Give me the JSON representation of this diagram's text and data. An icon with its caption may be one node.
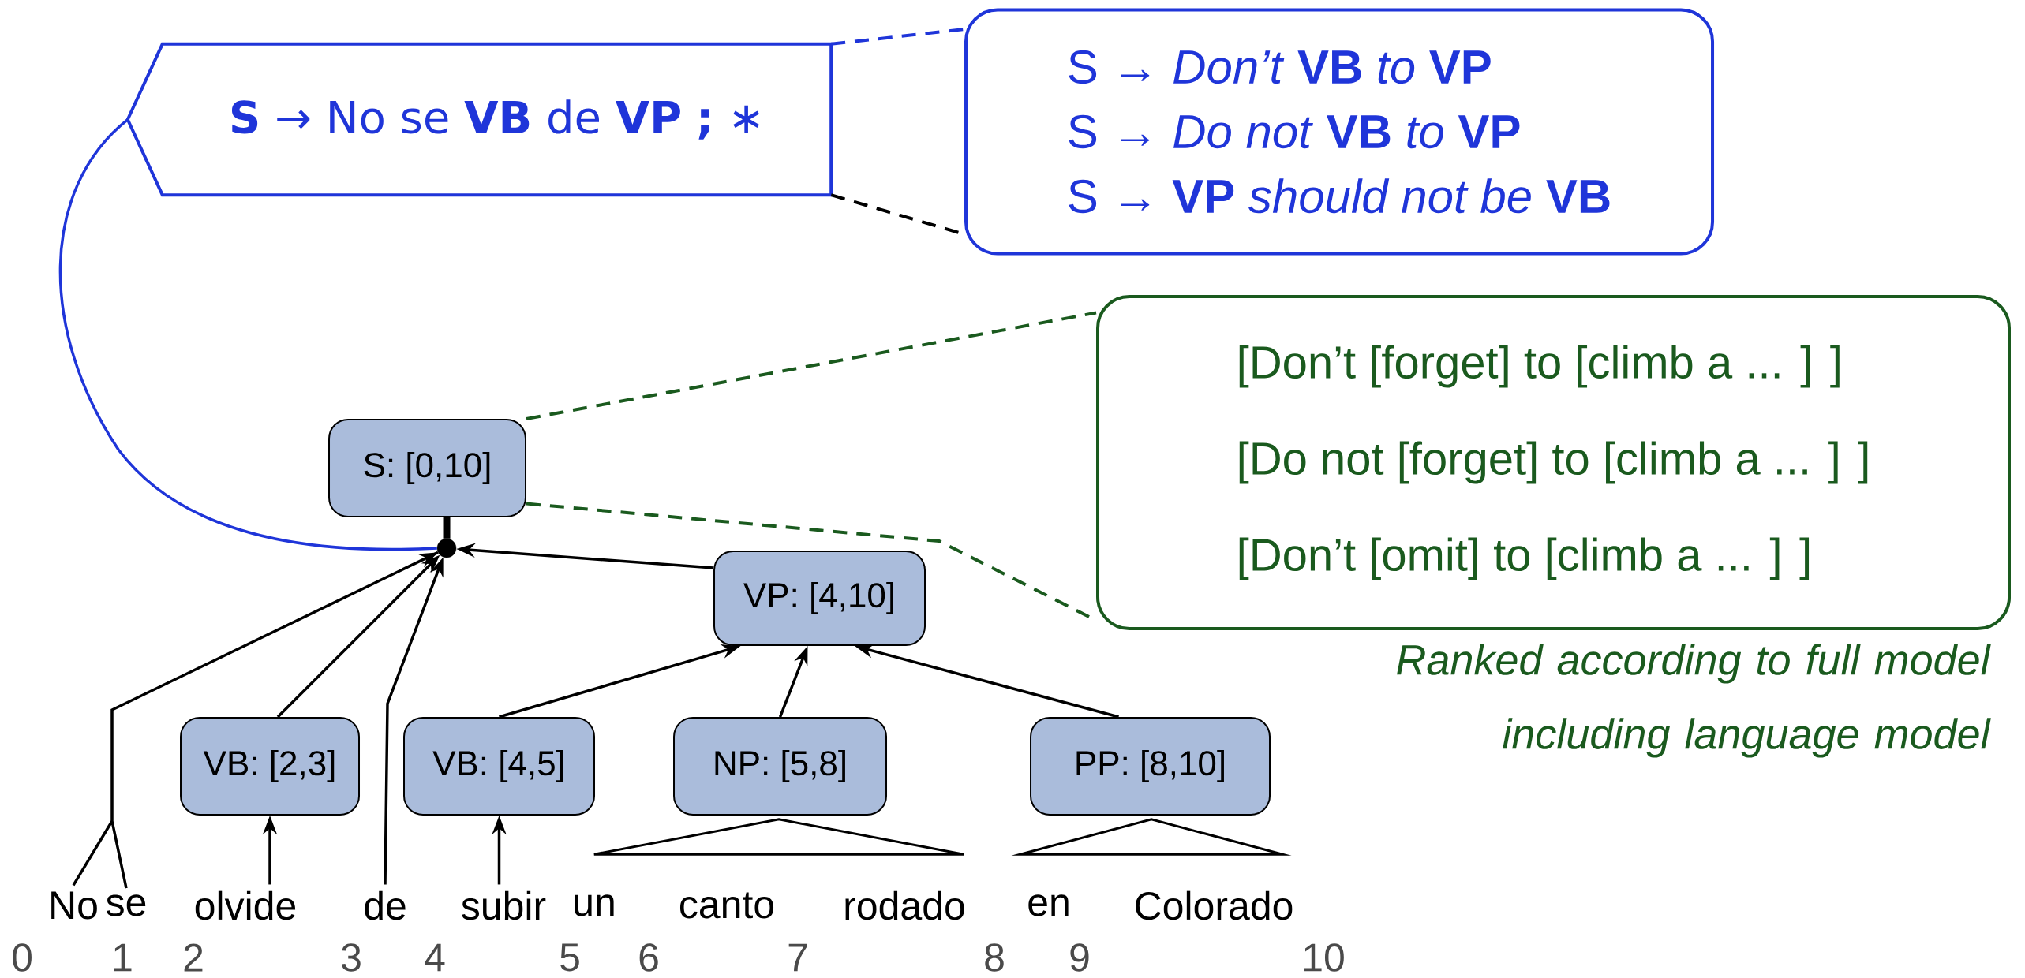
{
  "diagram": {
    "nodes": [
      {
        "text": [
          "**S** → No se **VB** de **VP** **;** ∗"
        ]
      },
      {
        "text": [
          "S → *Don’t* **VB** *to* **VP**",
          "S → *Do not* **VB** *to* **VP**",
          "S → **VP** *should not be* **VB**"
        ]
      },
      {
        "text": [
          "[Don’t [forget] to [climb a ... ] ]",
          "[Do not [forget] to [climb a ... ] ]",
          "[Don’t [omit] to [climb a ... ] ]"
        ],
        "beside": [
          "Ranked according to full model including language model"
        ]
      },
      {
        "text": [
          "S: [0,10]"
        ]
      },
      {
        "text": [],
        "shape": "circle"
      },
      {
        "text": [
          "VP: [4,10]"
        ]
      },
      {
        "text": [
          "VB: [2,3]"
        ]
      },
      {
        "text": [
          "VB: [4,5]"
        ]
      },
      {
        "text": [
          "NP: [5,8]"
        ]
      },
      {
        "text": [
          "PP: [8,10]"
        ]
      },
      {
        "text": [
          "No"
        ]
      },
      {
        "text": [
          "se"
        ]
      },
      {
        "text": [
          "olvide"
        ]
      },
      {
        "text": [
          "de"
        ]
      },
      {
        "text": [
          "subir"
        ]
      },
      {
        "text": [],
        "shape": "triangle"
      },
      {
        "text": [],
        "shape": "triangle"
      }
    ],
    "edges": [
      {
        "from": 0,
        "to": 1,
        "arrow": "none",
        "style": "dashed",
        "color": "#1f35d9"
      },
      {
        "from": 0,
        "to": 1,
        "arrow": "none",
        "style": "dashed"
      },
      {
        "from": 3,
        "to": 2,
        "arrow": "none",
        "style": "dashed",
        "color": "#1a5a1e"
      },
      {
        "from": 3,
        "to": 2,
        "arrow": "none",
        "style": "dashed",
        "color": "#1a5a1e"
      },
      {
        "from": 0,
        "to": 4,
        "arrow": "none",
        "color": "#1f35d9"
      },
      {
        "from": 3,
        "to": 4,
        "arrow": "none",
        "style": "thick"
      },
      {
        "from": 5,
        "to": 4,
        "arrow": "to"
      },
      {
        "from": 10,
        "to": 4,
        "arrow": "to"
      },
      {
        "from": 11,
        "to": 4,
        "arrow": "to"
      },
      {
        "from": 6,
        "to": 4,
        "arrow": "to"
      },
      {
        "from": 13,
        "to": 4,
        "arrow": "to"
      },
      {
        "from": 7,
        "to": 5,
        "arrow": "to"
      },
      {
        "from": 8,
        "to": 5,
        "arrow": "to"
      },
      {
        "from": 9,
        "to": 5,
        "arrow": "to"
      },
      {
        "from": 12,
        "to": 6,
        "arrow": "to"
      },
      {
        "from": 14,
        "to": 7,
        "arrow": "to"
      }
    ],
    "labels": [
      "un",
      "canto",
      "rodado",
      "en",
      "Colorado",
      "0",
      "1",
      "2",
      "3",
      "4",
      "5",
      "6",
      "7",
      "8",
      "9",
      "10"
    ]
  }
}
